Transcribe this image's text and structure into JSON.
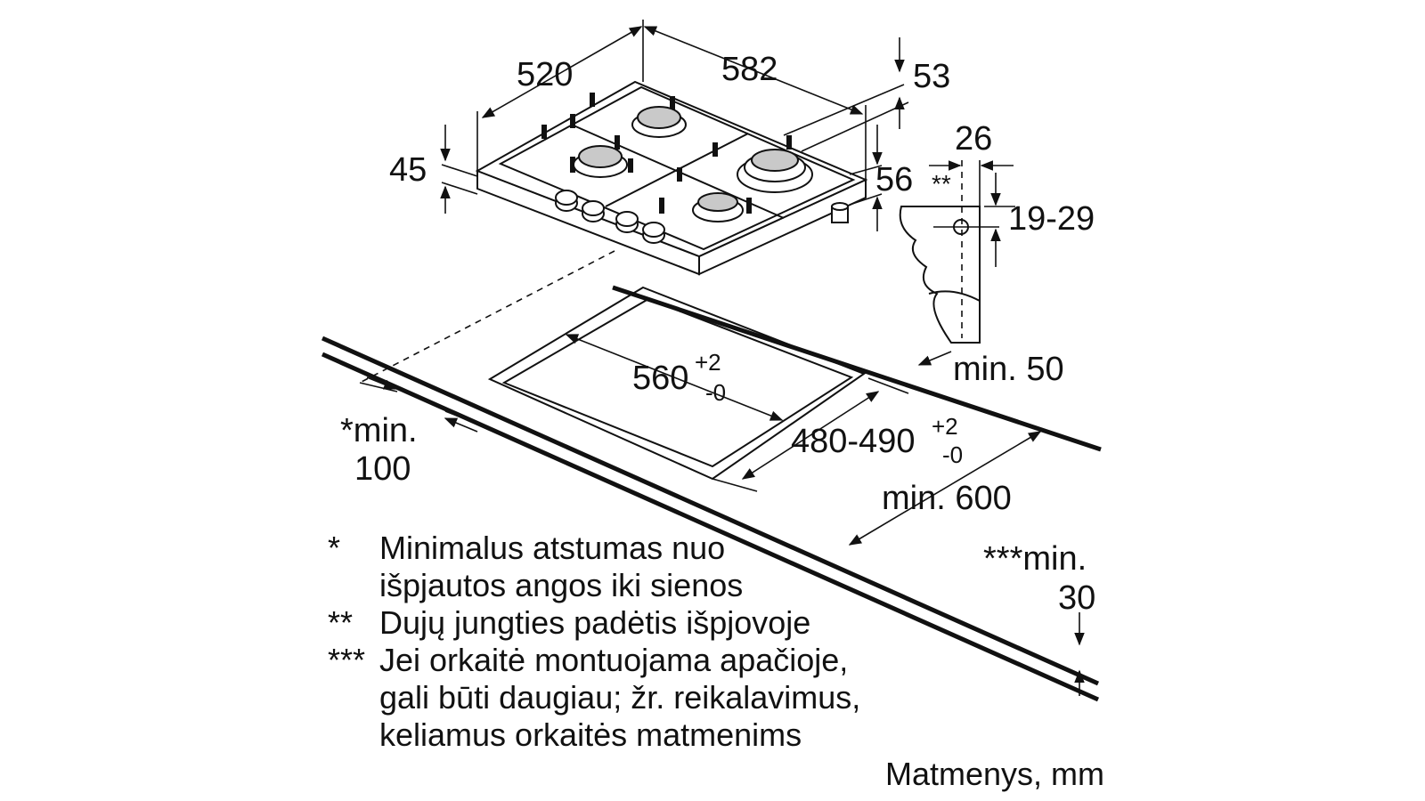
{
  "dimensions": {
    "depth": "520",
    "width": "582",
    "top_offset": "53",
    "height": "45",
    "side_height": "56",
    "gas_offset": "26",
    "gas_marker": "**",
    "gas_height": "19-29",
    "cutout_width": "560",
    "cutout_width_tol_plus": "+2",
    "cutout_width_tol_minus": "-0",
    "cutout_depth": "480-490",
    "cutout_depth_tol_plus": "+2",
    "cutout_depth_tol_minus": "-0",
    "min_rear": "min. 50",
    "min_side_line1": "*min.",
    "min_side_line2": "100",
    "min_front": "min. 600",
    "min_below_line1": "***min.",
    "min_below_line2": "30"
  },
  "notes": [
    {
      "marker": "*",
      "lines": [
        "Minimalus atstumas nuo",
        "išpjautos angos iki sienos"
      ]
    },
    {
      "marker": "**",
      "lines": [
        "Dujų jungties padėtis išpjovoje"
      ]
    },
    {
      "marker": "***",
      "lines": [
        "Jei orkaitė montuojama apačioje,",
        "gali būti daugiau; žr. reikalavimus,",
        "keliamus orkaitės matmenims"
      ]
    }
  ],
  "units_label": "Matmenys, mm"
}
